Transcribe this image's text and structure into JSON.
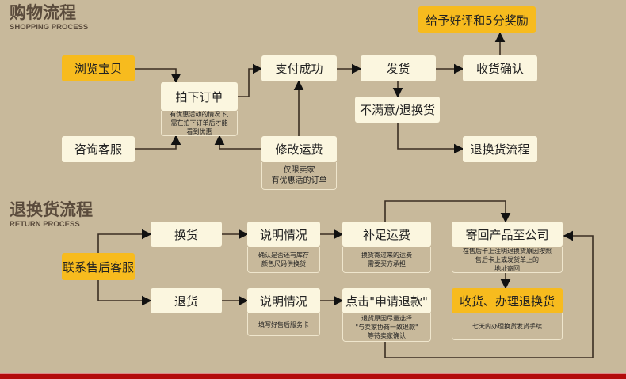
{
  "shopping": {
    "title": "购物流程",
    "subtitle": "SHOPPING PROCESS",
    "browse": "浏览宝贝",
    "order": "拍下订单",
    "order_note": "有优惠活动的情况下,\n需在拍下订单后才能\n看到优惠",
    "consult": "咨询客服",
    "paid": "支付成功",
    "modify": "修改运费",
    "modify_note": "仅限卖家\n有优惠活的订单",
    "ship": "发货",
    "unsatisfied": "不满意/退换货",
    "confirm": "收货确认",
    "review": "给予好评和5分奖励",
    "return_flow": "退换货流程"
  },
  "returns": {
    "title": "退换货流程",
    "subtitle": "RETURN PROCESS",
    "contact": "联系售后客服",
    "exchange": "换货",
    "explain1": "说明情况",
    "explain1_note": "确认是否还有库存\n颜色尺码供换货",
    "topup": "补足运费",
    "topup_note": "换货寄过来的运费\n需要买方承担",
    "sendback": "寄回产品至公司",
    "sendback_note": "在售后卡上注明退换货原因按照\n售后卡上或发货单上的\n地址寄回",
    "refund": "退货",
    "explain2": "说明情况",
    "explain2_note": "填写好售后服务卡",
    "apply": "点击\"申请退款\"",
    "apply_note": "退货原因尽量选择\n\"与卖家协商一致退款\"\n等待卖家确认",
    "receive": "收货、办理退换货",
    "receive_note": "七天内办理换货发货手续"
  },
  "colors": {
    "background": "#c8b99b",
    "highlight": "#f7bb1e",
    "box": "#fbf6df",
    "band": "#b30b0b"
  }
}
